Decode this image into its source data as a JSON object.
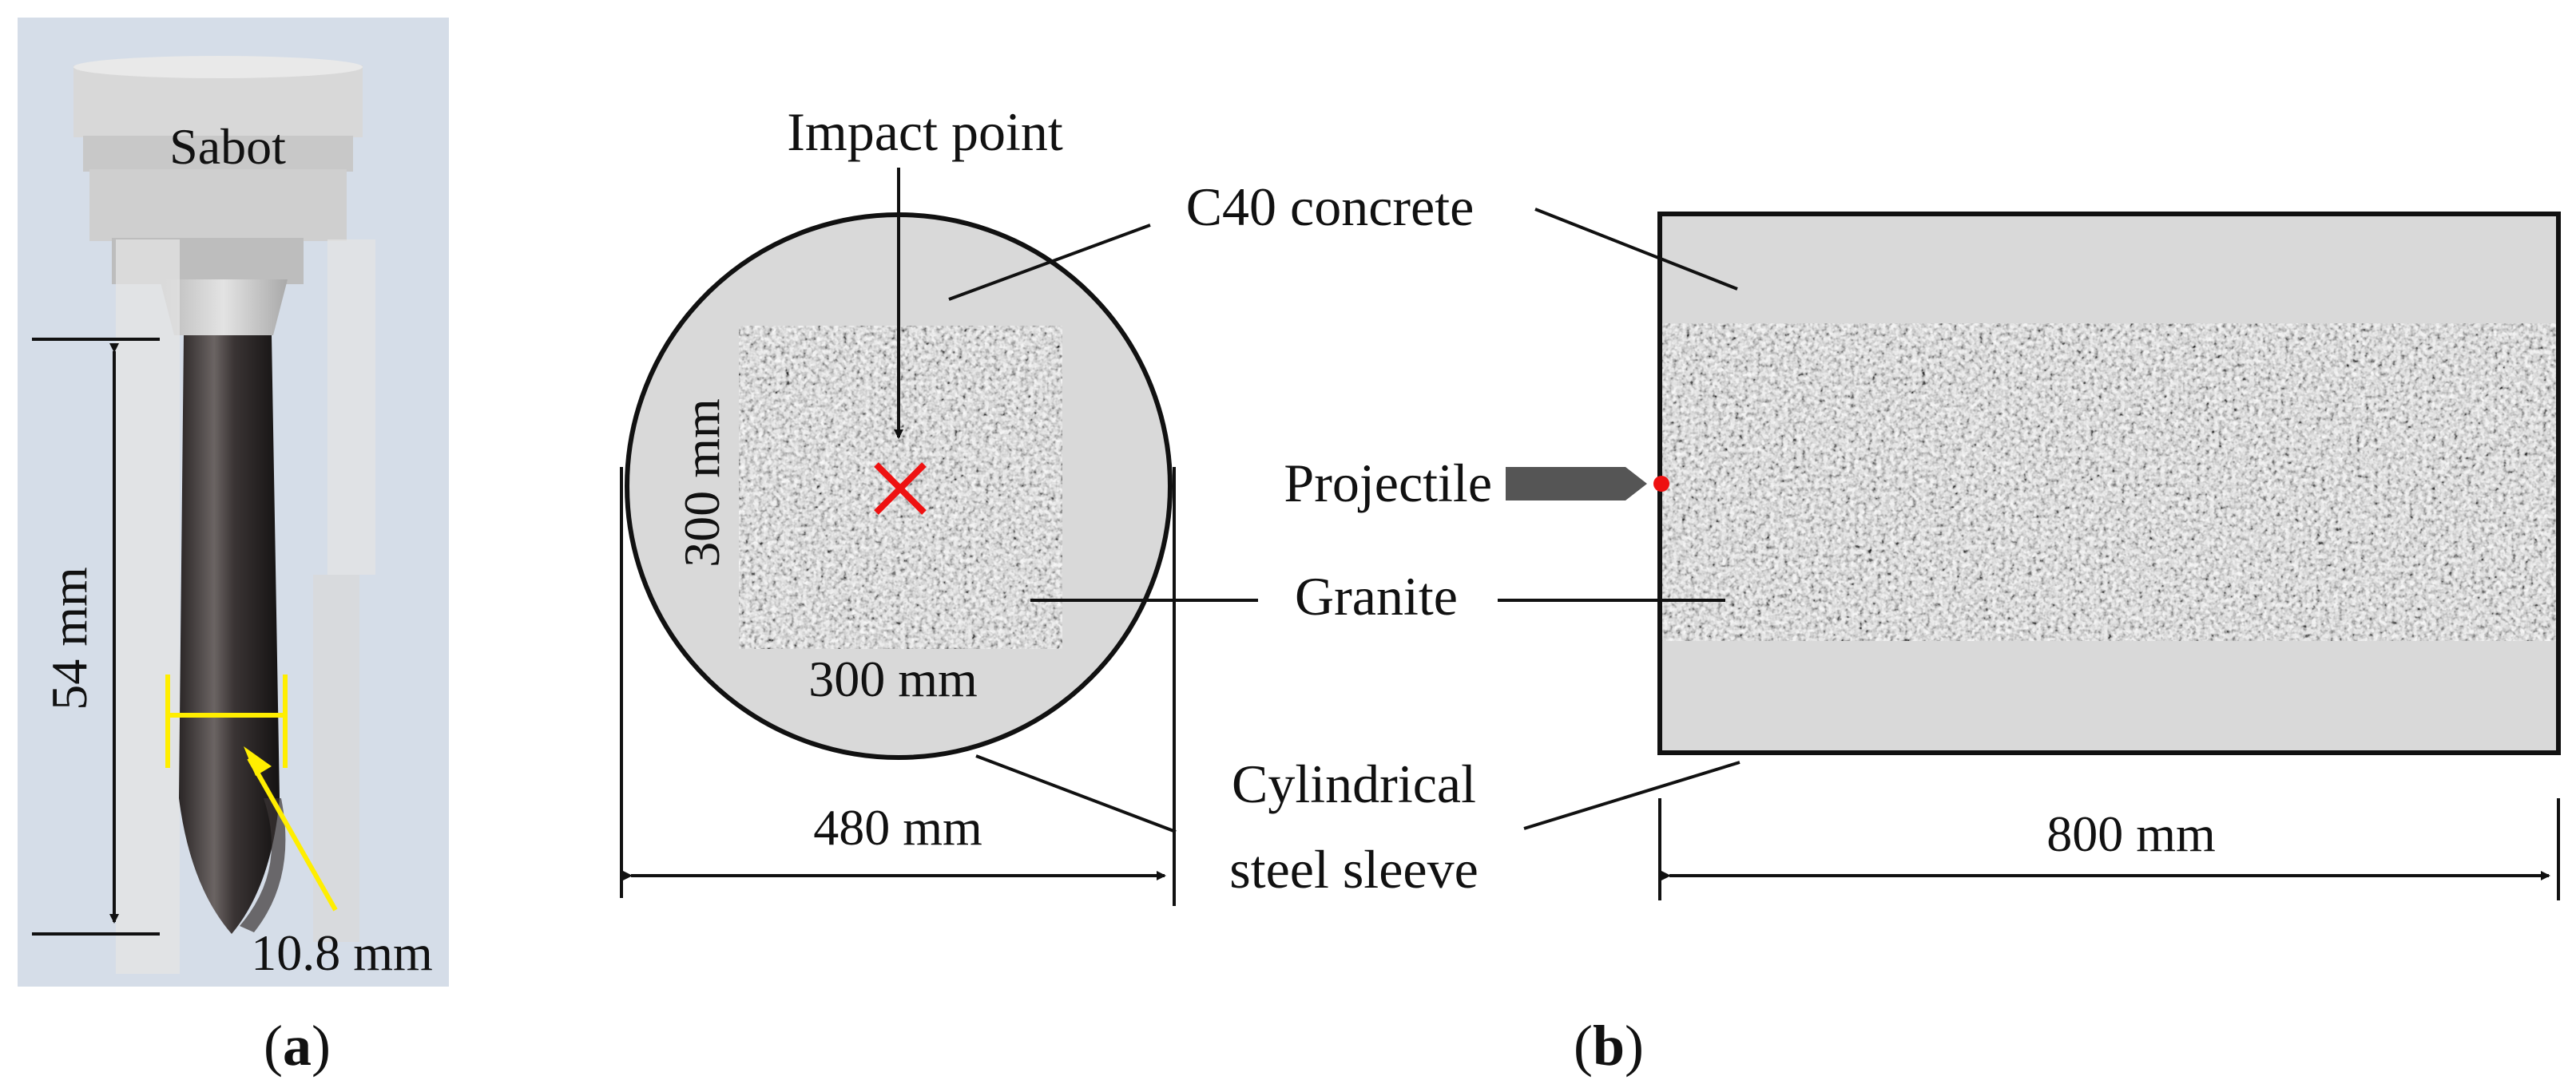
{
  "panel_a": {
    "sabot_label": "Sabot",
    "length_label": "54 mm",
    "diameter_label": "10.8 mm",
    "caption": "(a)"
  },
  "panel_b": {
    "impact_point_label": "Impact point",
    "concrete_label": "C40 concrete",
    "square_height_label": "300 mm",
    "square_width_label": "300 mm",
    "projectile_label": "Projectile",
    "granite_label": "Granite",
    "sleeve_label_line1": "Cylindrical",
    "sleeve_label_line2": "steel sleeve",
    "diameter_label": "480 mm",
    "length_label": "800 mm",
    "caption": "(b)"
  },
  "colors": {
    "concrete_fill": "#d9d9d9",
    "outline": "#111111",
    "impact_marker": "#ee1111",
    "diameter_marker": "#ffee00",
    "projectile_fill": "#555555",
    "photo_background": "#d5dde8"
  }
}
